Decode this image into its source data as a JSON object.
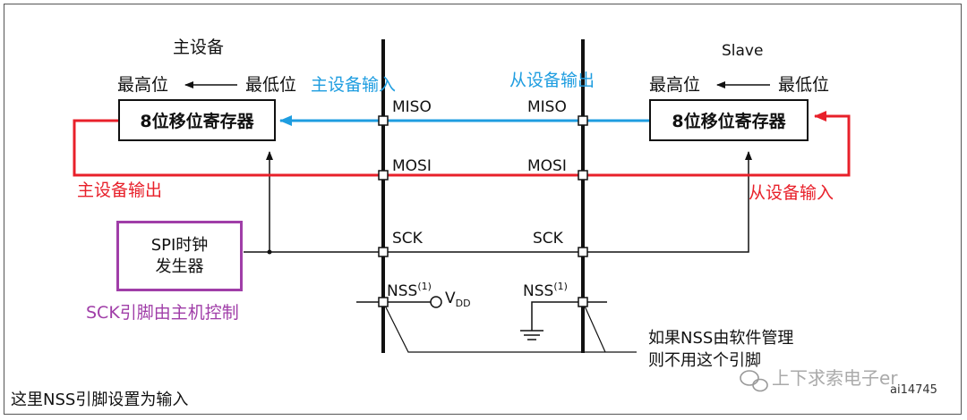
{
  "colors": {
    "red": "#e8202a",
    "blue": "#1e9de0",
    "purple": "#a03ea8",
    "line": "#111111"
  },
  "master": {
    "title": "主设备",
    "msb": "最高位",
    "lsb": "最低位",
    "register": "8位移位寄存器",
    "input_label": "主设备输入",
    "output_label": "主设备输出"
  },
  "slave": {
    "title": "Slave",
    "msb": "最高位",
    "lsb": "最低位",
    "register": "8位移位寄存器",
    "input_label": "从设备输入",
    "output_label": "从设备输出"
  },
  "signals": {
    "miso": "MISO",
    "mosi": "MOSI",
    "sck": "SCK",
    "nss": "NSS",
    "nss_note": "(1)",
    "vdd": "V",
    "vdd_sub": "DD"
  },
  "clock_gen": {
    "line1": "SPI时钟",
    "line2": "发生器"
  },
  "annotations": {
    "sck_control": "SCK引脚由主机控制",
    "nss_software_line1": "如果NSS由软件管理",
    "nss_software_line2": "则不用这个引脚",
    "nss_input": "这里NSS引脚设置为输入",
    "figure_id": "ai14745",
    "watermark": "上下求索电子er"
  }
}
